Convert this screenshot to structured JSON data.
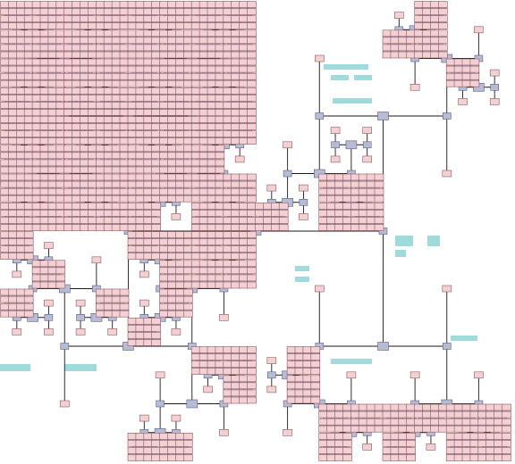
{
  "diagram": {
    "kind": "recursive-h-tree-layout",
    "title": "",
    "levels": 6,
    "colors": {
      "background": "#ffffff",
      "edge": "#1a1a1a",
      "node_fill": "#b7bbd6",
      "node_stroke": "#5a5f7a",
      "leaf_fill": "#f3d0d4",
      "leaf_stroke": "#8a5a60",
      "highlight_fill": "#8fd3d3"
    },
    "quadrants": [
      {
        "id": "top-left",
        "density": "dense"
      },
      {
        "id": "top-right",
        "density": "sparse"
      },
      {
        "id": "bottom-left",
        "density": "mixed"
      },
      {
        "id": "bottom-right",
        "density": "mixed"
      }
    ],
    "legend": "none"
  }
}
